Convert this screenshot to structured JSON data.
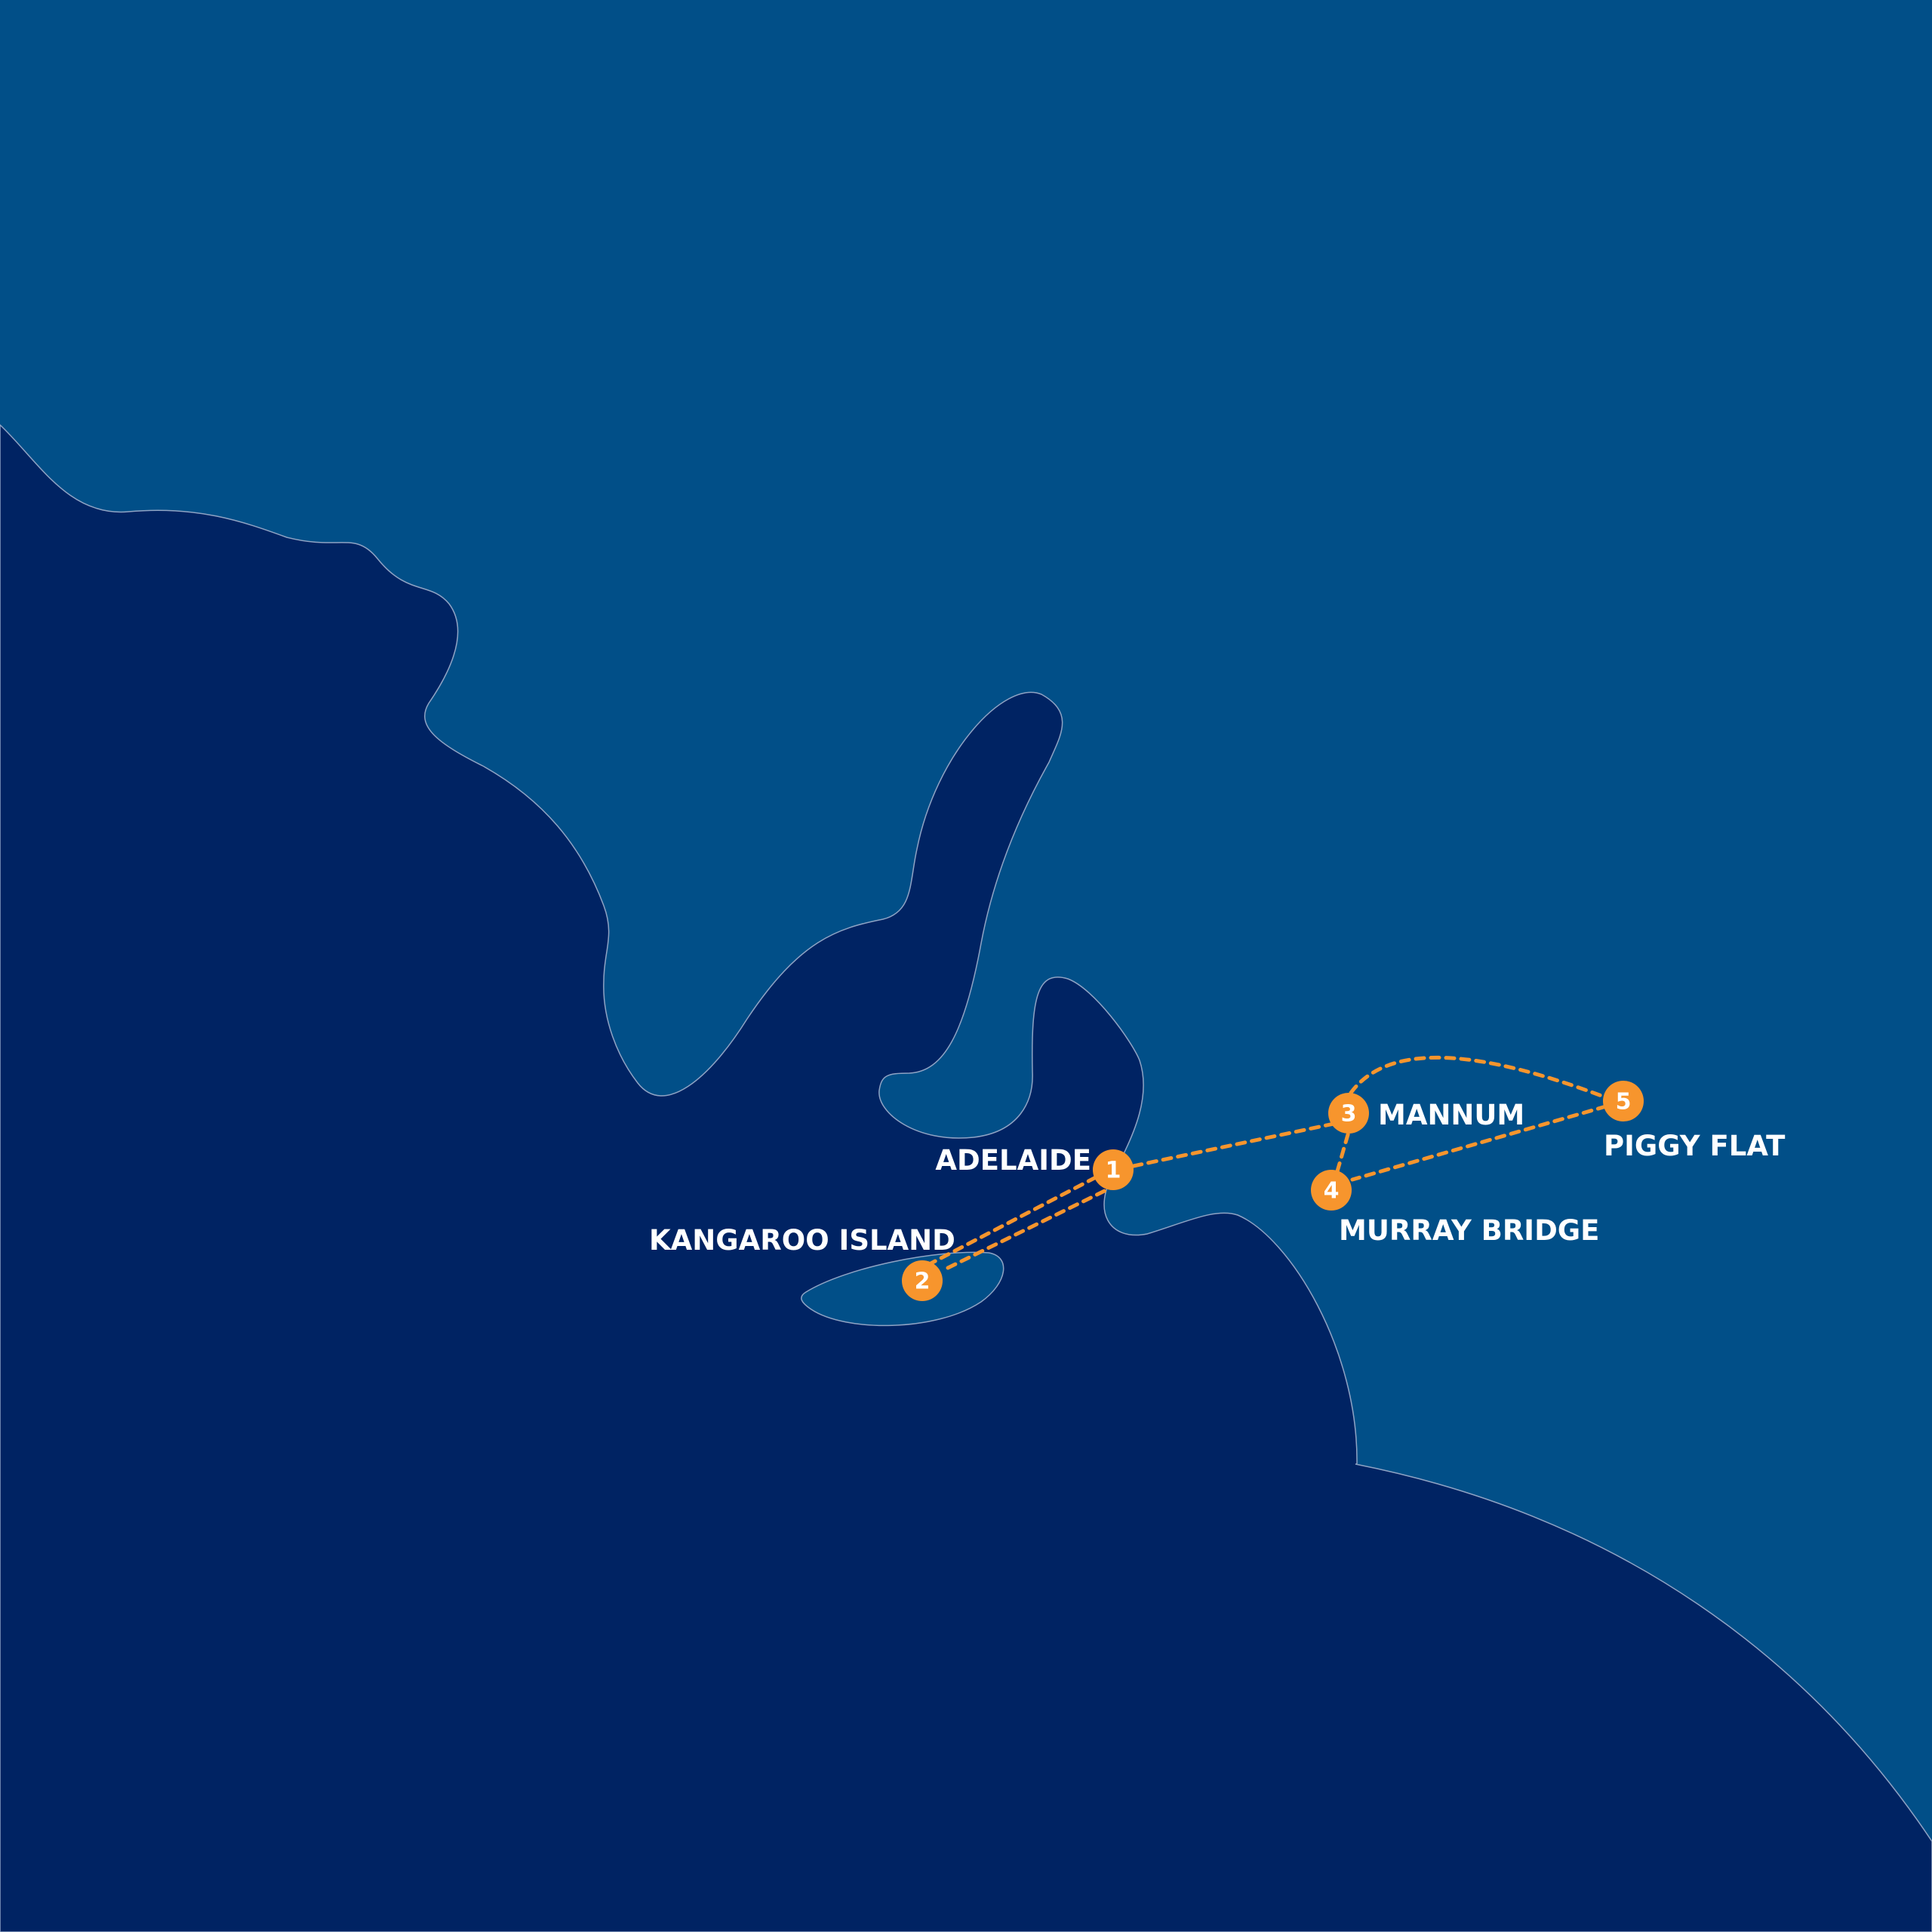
{
  "map": {
    "colors": {
      "land": "#014f88",
      "sea": "#002363",
      "coastline": "#8fa3c4",
      "route": "#f7952d",
      "marker": "#f7952d",
      "marker_text": "#ffffff",
      "label_text": "#ffffff"
    },
    "places": [
      {
        "id": "adelaide",
        "number": "1",
        "name": "ADELAIDE"
      },
      {
        "id": "kangaroo-island",
        "number": "2",
        "name": "KANGAROO ISLAND"
      },
      {
        "id": "mannum",
        "number": "3",
        "name": "MANNUM"
      },
      {
        "id": "murray-bridge",
        "number": "4",
        "name": "MURRAY BRIDGE"
      },
      {
        "id": "piggy-flat",
        "number": "5",
        "name": "PIGGY FLAT"
      }
    ],
    "routes": [
      {
        "from": "1",
        "to": "2",
        "style": "dashed"
      },
      {
        "from": "2",
        "to": "1",
        "style": "dashed"
      },
      {
        "from": "1",
        "to": "3",
        "style": "dashed"
      },
      {
        "from": "3",
        "to": "5",
        "style": "dashed-curve"
      },
      {
        "from": "5",
        "to": "4",
        "style": "dashed"
      },
      {
        "from": "4",
        "to": "3",
        "style": "dashed"
      }
    ]
  }
}
